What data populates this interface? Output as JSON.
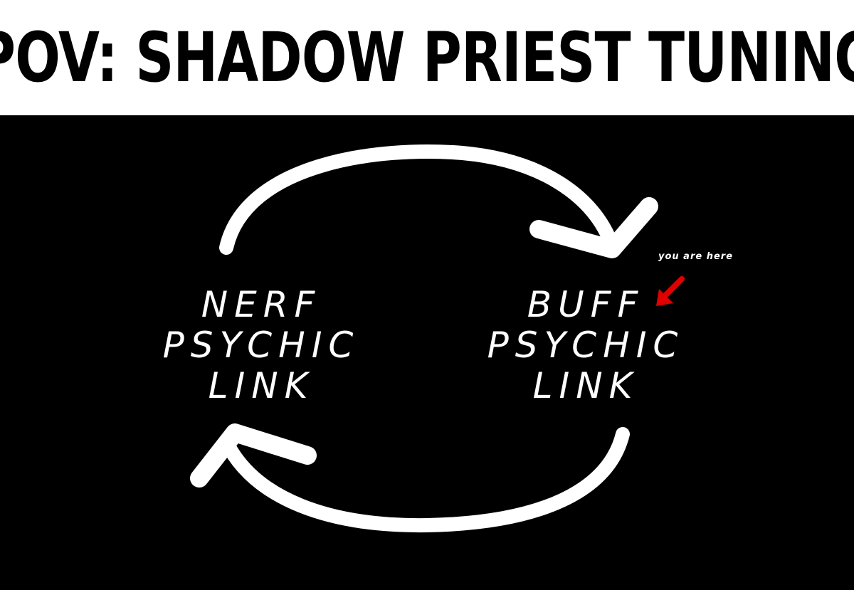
{
  "caption": "POV: SHADOW PRIEST TUNING",
  "cycle": {
    "left_node": {
      "lines": [
        "NERF",
        "PSYCHIC",
        "LINK"
      ]
    },
    "right_node": {
      "lines": [
        "BUFF",
        "PSYCHIC",
        "LINK"
      ]
    }
  },
  "annotation": {
    "text": "you are here"
  },
  "icons": {
    "cycle": "cycle-arrows-icon",
    "pointer": "red-arrow-icon"
  },
  "colors": {
    "caption_bg": "#ffffff",
    "caption_text": "#000000",
    "panel_bg": "#000000",
    "foreground": "#ffffff",
    "pointer": "#e00000"
  }
}
